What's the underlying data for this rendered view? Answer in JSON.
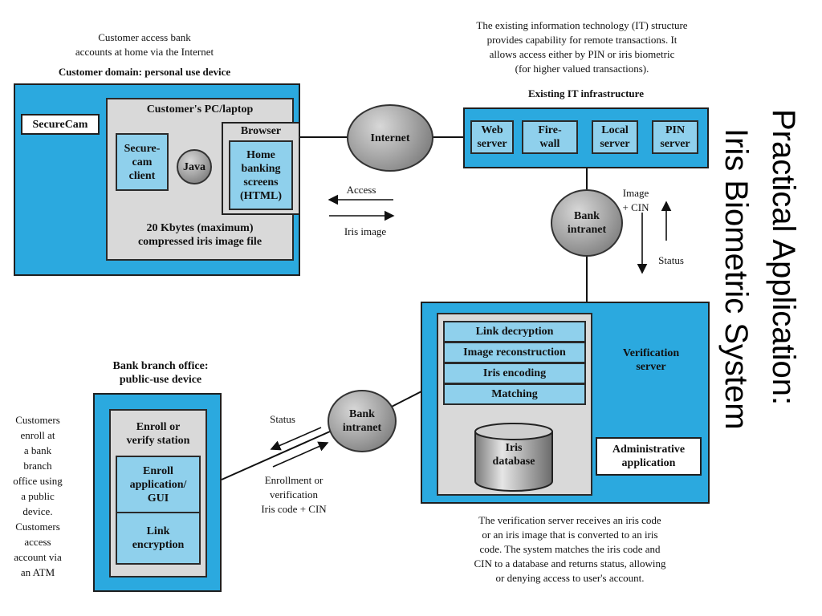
{
  "title": {
    "line1": "Practical Application:",
    "line2": "Iris Biometric System"
  },
  "top_left_note": [
    "Customer access bank",
    "accounts at home via the Internet"
  ],
  "top_right_note": [
    "The existing information technology (IT) structure",
    "provides capability for remote transactions. It",
    "allows access either by PIN or iris biometric",
    "(for higher valued transactions)."
  ],
  "customer_domain": {
    "heading": "Customer domain: personal use device",
    "securecam": "SecureCam",
    "pc_label": "Customer's PC/laptop",
    "client": [
      "Secure-",
      "cam",
      "client"
    ],
    "java": "Java",
    "browser": "Browser",
    "home_banking": [
      "Home",
      "banking",
      "screens",
      "(HTML)"
    ],
    "file_note": [
      "20 Kbytes (maximum)",
      "compressed iris image file"
    ]
  },
  "internet": "Internet",
  "arrows_mid": {
    "access": "Access",
    "iris_image": "Iris image"
  },
  "it_infra": {
    "heading": "Existing IT infrastructure",
    "servers": [
      [
        "Web",
        "server"
      ],
      [
        "Fire-",
        "wall"
      ],
      [
        "Local",
        "server"
      ],
      [
        "PIN",
        "server"
      ]
    ]
  },
  "bank_intranet_top": [
    "Bank",
    "intranet"
  ],
  "image_cin": [
    "Image",
    "+ CIN"
  ],
  "status_right": "Status",
  "verification": {
    "label": [
      "Verification",
      "server"
    ],
    "steps": [
      "Link decryption",
      "Image reconstruction",
      "Iris encoding",
      "Matching"
    ],
    "database": [
      "Iris",
      "database"
    ],
    "admin": [
      "Administrative",
      "application"
    ]
  },
  "bottom_right_note": [
    "The verification server receives an iris code",
    "or an iris image that is converted to an iris",
    "code. The system matches the iris code and",
    "CIN to a database and returns status, allowing",
    "or denying access to user's account."
  ],
  "bank_intranet_bottom": [
    "Bank",
    "intranet"
  ],
  "status_left": "Status",
  "enrollment_note": [
    "Enrollment or",
    "verification",
    "Iris code + CIN"
  ],
  "branch": {
    "heading": [
      "Bank branch office:",
      "public-use device"
    ],
    "station": [
      "Enroll or",
      "verify station"
    ],
    "enroll_app": [
      "Enroll",
      "application/",
      "GUI"
    ],
    "link_enc": [
      "Link",
      "encryption"
    ]
  },
  "left_note": [
    "Customers",
    "enroll at",
    "a bank",
    "branch",
    "office using",
    "a public",
    "device.",
    "Customers",
    "access",
    "account via",
    "an ATM"
  ]
}
